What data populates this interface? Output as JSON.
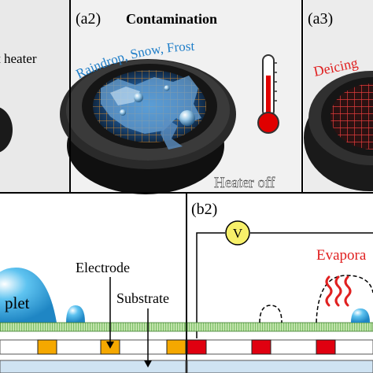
{
  "panel_a1": {
    "label_fragment": "t heater"
  },
  "panel_a2": {
    "label": "(a2)",
    "title": "Contamination",
    "curved_text": "Raindrop, Snow, Frost",
    "caption": "Heater  off",
    "thermometer_state": "hot"
  },
  "panel_a3": {
    "label": "(a3)",
    "curved_text_fragment": "Deicing"
  },
  "panel_b1": {
    "droplet_fragment": "plet",
    "electrode_label": "Electrode",
    "substrate_label": "Substrate"
  },
  "panel_b2": {
    "label": "(b2)",
    "voltmeter_symbol": "V",
    "evaporation_fragment": "Evapora"
  },
  "colors": {
    "evaporation_red": "#e02020",
    "droplet_blue": "#29a9e0",
    "electrode_b1": "#f5a800",
    "electrode_b2": "#e00010",
    "voltmeter_fill": "#f7f06a",
    "substrate_green": "#b6dca0",
    "base_blue": "#cfe3f2"
  }
}
